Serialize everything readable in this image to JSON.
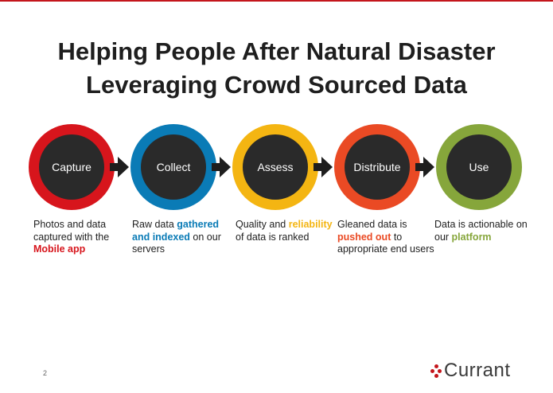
{
  "title": {
    "line1": "Helping People After Natural Disaster",
    "line2": "Leveraging Crowd Sourced Data"
  },
  "colors": {
    "capture": "#d7151c",
    "collect": "#0a7bb6",
    "assess": "#f4b512",
    "distribute": "#ea4a24",
    "use": "#86a63b",
    "brand_red": "#c4161c"
  },
  "steps": [
    {
      "label": "Capture",
      "desc": [
        {
          "text": "Photos and data captured with the ",
          "bold": false
        },
        {
          "text": "Mobile app",
          "bold": true,
          "color": "#d7151c"
        }
      ]
    },
    {
      "label": "Collect",
      "desc": [
        {
          "text": "Raw data ",
          "bold": false
        },
        {
          "text": "gathered and indexed",
          "bold": true,
          "color": "#0a7bb6"
        },
        {
          "text": " on our servers",
          "bold": false
        }
      ]
    },
    {
      "label": "Assess",
      "desc": [
        {
          "text": "Quality and ",
          "bold": false
        },
        {
          "text": "reliability",
          "bold": true,
          "color": "#f4b512"
        },
        {
          "text": " of data is ranked",
          "bold": false
        }
      ]
    },
    {
      "label": "Distribute",
      "desc": [
        {
          "text": "Gleaned data is ",
          "bold": false
        },
        {
          "text": "pushed out",
          "bold": true,
          "color": "#ea4a24"
        },
        {
          "text": " to appropriate end users",
          "bold": false
        }
      ]
    },
    {
      "label": "Use",
      "desc": [
        {
          "text": "Data is actionable on our ",
          "bold": false
        },
        {
          "text": "platform",
          "bold": true,
          "color": "#86a63b"
        }
      ]
    }
  ],
  "footer": {
    "page_number": "2",
    "logo_text": "Currant"
  }
}
